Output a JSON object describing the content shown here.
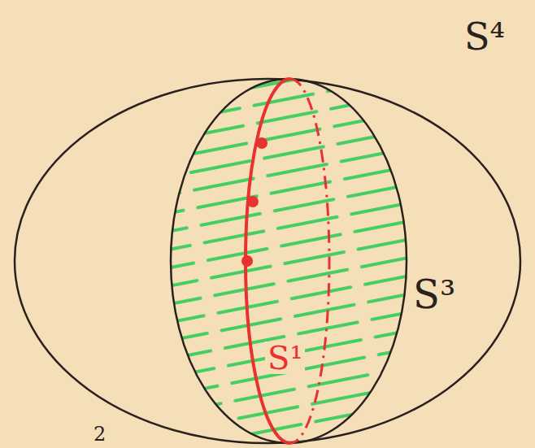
{
  "diagram": {
    "labels": [
      "S⁴",
      "S³",
      "S¹",
      "2"
    ]
  }
}
